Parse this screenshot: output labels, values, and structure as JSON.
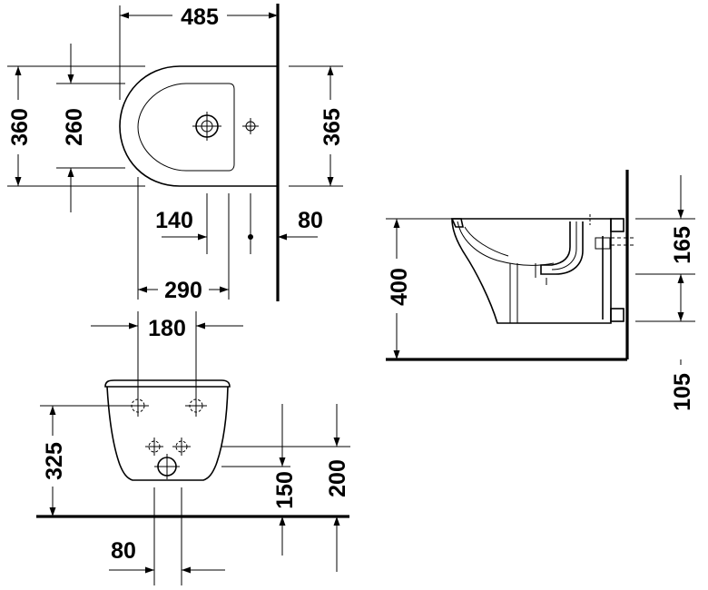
{
  "colors": {
    "line": "#000000",
    "background": "#ffffff"
  },
  "views": {
    "top": {
      "dims": {
        "width_total": "485",
        "depth_outer": "360",
        "depth_inner": "260",
        "depth_right": "365",
        "offset_140": "140",
        "offset_80": "80",
        "distance_290": "290"
      }
    },
    "side": {
      "dims": {
        "height_rim": "400",
        "height_upper": "165",
        "height_floor": "105"
      }
    },
    "front": {
      "dims": {
        "width_top": "180",
        "height_325": "325",
        "height_150": "150",
        "height_200": "200",
        "width_bottom": "80"
      }
    }
  }
}
